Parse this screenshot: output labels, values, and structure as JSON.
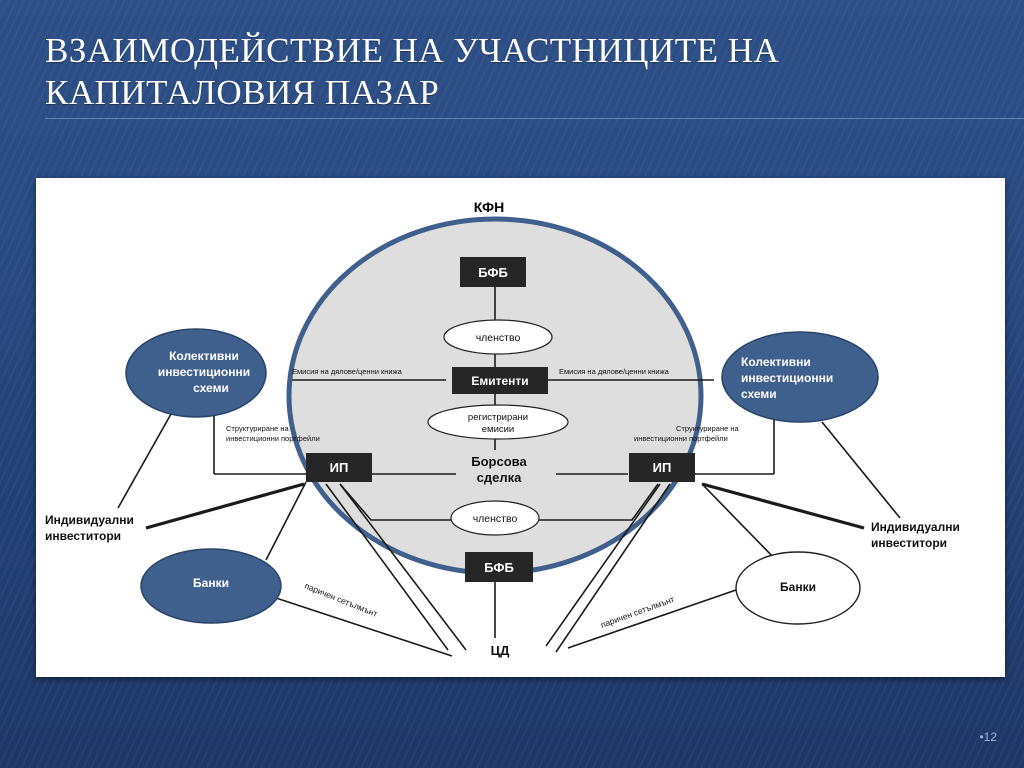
{
  "slide": {
    "title": "ВЗАИМОДЕЙСТВИЕ НА УЧАСТНИЦИТЕ НА КАПИТАЛОВИЯ ПАЗАР",
    "number": "•12"
  },
  "diagram": {
    "regulator": "КФН",
    "exchange_top": "БФБ",
    "exchange_bottom": "БФБ",
    "issuers": "Емитенти",
    "membership_top": "членство",
    "membership_bottom": "членство",
    "registered_issues": [
      "регистрирани",
      "емисии"
    ],
    "exchange_deal": [
      "Борсова",
      "сделка"
    ],
    "ip_left": "ИП",
    "ip_right": "ИП",
    "cis_left": [
      "Колективни",
      "инвестиционни",
      "схеми"
    ],
    "cis_right": [
      "Колективни",
      "инвестиционни",
      "схеми"
    ],
    "units_issue_left": "Емисия на дялове/ценни книжа",
    "units_issue_right": "Емисия на дялове/ценни книжа",
    "portfolio_left": [
      "Структуриране на",
      "инвестиционни портфейли"
    ],
    "portfolio_right": [
      "Структуриране на",
      "инвестиционни портфейли"
    ],
    "investors_left": [
      "Индивидуални",
      "инвеститори"
    ],
    "investors_right": [
      "Индивидуални",
      "инвеститори"
    ],
    "banks_left": "Банки",
    "banks_right": "Банки",
    "cash_settlement_left": "паричен сетълмънт",
    "cash_settlement_right": "паричен сетълмънт",
    "depository": "ЦД"
  },
  "colors": {
    "accent": "#3f5f8c",
    "circle_fill": "#dedede",
    "node_dark": "#262626",
    "slide_bg": "#2a4a80"
  }
}
